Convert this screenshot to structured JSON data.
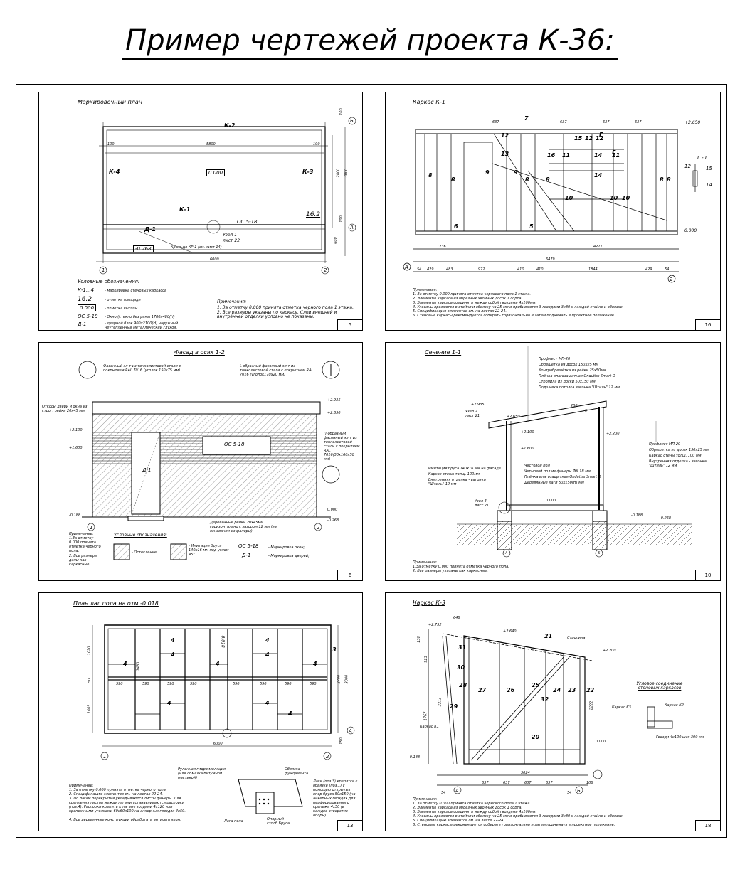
{
  "title": "Пример чертежей проекта К-36:",
  "sheets": {
    "s1": {
      "title": "Маркировочный план",
      "page": "5",
      "labels": [
        "К-2",
        "К-4",
        "К-3",
        "К-1",
        "Д-1",
        "ОС 5-18",
        "16.2",
        "0.000",
        "-0.268",
        "Крыльцо КР-1 (см. лист 14)",
        "Узел 1",
        "лист 22"
      ],
      "dims": [
        "5800",
        "100",
        "100",
        "2800",
        "3000",
        "100",
        "600",
        "6000",
        "100"
      ],
      "legend_title": "Условные обозначения:",
      "legend": [
        {
          "key": "К-1...4",
          "desc": "- маркировка стеновых каркасов"
        },
        {
          "key": "16.2",
          "desc": "- отметка площади"
        },
        {
          "key": "0.000",
          "desc": "- отметка высоты"
        },
        {
          "key": "ОС 5-18",
          "desc": "- Окно (стекло без рамы 1780х480(Н)"
        },
        {
          "key": "Д-1",
          "desc": "- дверной блок 900х2100(Н) наружный неутеплённый металлический глухой."
        }
      ],
      "notes_title": "Примечания:",
      "notes": [
        "1. За отметку 0.000 принята отметка черного пола 1 этажа.",
        "2. Все размеры указаны по каркасу.  Слои внешней и внутренней отделки условно не показаны."
      ]
    },
    "s2": {
      "title": "Каркас К-1",
      "page": "16",
      "labels": [
        "7",
        "12",
        "12",
        "15",
        "12",
        "13",
        "16",
        "11",
        "14",
        "11",
        "8",
        "8",
        "9",
        "9",
        "8",
        "8",
        "8",
        "8",
        "14",
        "10",
        "10",
        "10",
        "5",
        "6",
        "Г",
        "Г",
        "Г - Г",
        "12",
        "15",
        "14"
      ],
      "dims": [
        "637",
        "637",
        "637",
        "637",
        "+2.650",
        "0.000",
        "1236",
        "4271",
        "6479",
        "54",
        "429",
        "483",
        "972",
        "410",
        "410",
        "1844",
        "429",
        "54"
      ],
      "notes_title": "Примечания:",
      "notes": [
        "1. За отметку 0.000 принята отметка чернового пола 1 этажа.",
        "2. Элементы каркаса из обрезных хвойных досок 1 сорта.",
        "3. Элементы каркаса соединять между собой гвоздями 4х100мм.",
        "4. Укосины врезаются в стойки и обвязку на 25 мм и прибиваются 3 гвоздями 3х80 к каждой стойке и обвязке.",
        "5. Спецификацию элементов см. на листах 22-24.",
        "6. Стеновые каркасы рекомендуется собирать горизонтально и затем поднимать в проектное положение."
      ]
    },
    "s3": {
      "title": "Фасад в осях 1-2",
      "page": "6",
      "callouts": [
        "Фасонный эл-т из тонколистовой стали с покрытием RAL 7016 (уголок 150х75 мм)",
        "L-образный фасонный эл-т из тонколистовой стали с покрытием RAL 7016 (уголок170х20 мм)",
        "Откосы двери и окна из строг. рейки 20х45 мм",
        "П-образный фасонный эл-т из тонколистовой стали с покрытием RAL 7016(50х160х50 мм)",
        "Деревянные рейки 20х45мм горизонтально с зазором 12 мм (на основании из фанеры)"
      ],
      "levels": [
        "+2.935",
        "+2.650",
        "+2.100",
        "+1.600",
        "0.000",
        "-0.188",
        "-0.268"
      ],
      "labels": [
        "ОС 5-18",
        "Д-1"
      ],
      "notes": [
        "Примечание:",
        "1.За отметку 0.000 принята отметка черного пола.",
        "2. Все размеры даны как каркасные."
      ],
      "legend_title": "Условные обозначения:",
      "legend": [
        "- Остекление",
        "- Имитация бруса 140х16 мм под углом 45°",
        "ОС 5-18",
        "- Маркировка окон;",
        "Д-1",
        "- Маркировка дверей;"
      ]
    },
    "s4": {
      "title": "Сечение 1-1",
      "page": "10",
      "roof_layers": [
        "Профлист МП-20",
        "Обрешетка из досок 150х25 мм",
        "Контробрешётка из рейки 25х50мм",
        "Плёнка влагозащитная Ondutiss Smart D",
        "Стропила из доски 50х150 мм",
        "Подшивка потолка вагонка \"Штиль\" 12 мм"
      ],
      "wall_layers": [
        "Профлист МП-20",
        "Обрешетка из досок 150х25 мм",
        "Каркас стены толщ. 100 мм",
        "Внутренняя отделка - вагонка \"Штиль\" 12 мм"
      ],
      "left_layers": [
        "Имитация бруса 140х16 мм на фасаде",
        "Каркас стены толщ. 100мм",
        "Внутренняя отделка - вагонка \"Штиль\" 12 мм"
      ],
      "floor_layers": [
        "Чистовой пол",
        "Черновой пол из фанеры ФК 18 мм",
        "Плёнка влагозащитная Ondutiss Smart D",
        "Деревянные лаги 50х150(Н) мм"
      ],
      "labels": [
        "Узел 2",
        "лист 21",
        "Узел 4",
        "лист 21",
        "+2.935",
        "+2.650",
        "+2.100",
        "+1.600",
        "+2.200",
        "0.000",
        "-0.188",
        "-0.268",
        "286",
        "9°",
        "А",
        "Б"
      ],
      "notes": [
        "Примечания:",
        "1.За отметку 0.000 принята отметка черного пола.",
        "2. Все размеры указаны как каркасные."
      ]
    },
    "s5": {
      "title": "План лаг пола на отм.-0.018",
      "page": "13",
      "labels": [
        "4",
        "4",
        "4",
        "4",
        "4",
        "4",
        "4",
        "4",
        "4",
        "4",
        "3",
        "-0.018"
      ],
      "dims": [
        "1020",
        "1480",
        "50",
        "1445",
        "590",
        "590",
        "590",
        "590",
        "590",
        "590",
        "590",
        "590",
        "2700",
        "3000",
        "6000",
        "150"
      ],
      "detail_labels": [
        "Рулонная гидроизоляция (или обмазка битумной мастикой)",
        "Обвязка фундамента",
        "Лага пола",
        "Опорный столб Бруса"
      ],
      "side_note": "Лаги (поз.3) крепятся к обвязке (поз.1) с помощью открытых опор бруса 50х150 (на анкерных гвоздях для перфорированного крепежа 4х50 (в каждое отверстие опоры).",
      "notes": [
        "Примечание:",
        "1. За отметку 0.000 принята отметка черного пола.",
        "2. Спецификацию элементов см. на листах 22-24.",
        "3. По лагам перекрытия укладываются листы фанеры. Для крепления листов между лагами устанавливаются распорки (поз.4). Распорки крепить к лагам гвоздями 4х120 или крепежными уголками 60х60х100 на анкерных гвоздях 4х50.",
        "4. Все деревянные конструкции обработать антисептиком."
      ]
    },
    "s6": {
      "title": "Каркас К-3",
      "page": "18",
      "labels": [
        "+2.752",
        "+2.640",
        "21",
        "Стропила",
        "+2.200",
        "31",
        "30",
        "28",
        "29",
        "27",
        "26",
        "25",
        "32",
        "24",
        "23",
        "22",
        "20",
        "Каркас К1",
        "0.000",
        "-0.188"
      ],
      "dims": [
        "648",
        "138",
        "923",
        "1767",
        "2213",
        "2222",
        "3024",
        "637",
        "637",
        "637",
        "637",
        "54",
        "108",
        "54"
      ],
      "corner_title": "Угловое соединение стеновых каркасов",
      "corner_labels": [
        "Каркас К3",
        "Каркас К2",
        "Гвозди 4х100 шаг 300 мм"
      ],
      "notes_title": "Примечания:",
      "notes": [
        "1. За отметку 0.000 принята отметка чернового пола 1 этажа.",
        "2. Элементы каркаса из обрезных хвойных досок 1 сорта.",
        "3. Элементы каркаса соединять между собой гвоздями 4х100мм.",
        "4. Укосины врезаются в стойки и обвязку на 25 мм и прибиваются 3 гвоздями 3х80 к каждой стойке и обвязке.",
        "5. Спецификацию элементов см. на листе 22-24.",
        "6. Стеновые каркасы рекомендуется собирать горизонтально и затем поднимать в проектное положение."
      ]
    }
  }
}
